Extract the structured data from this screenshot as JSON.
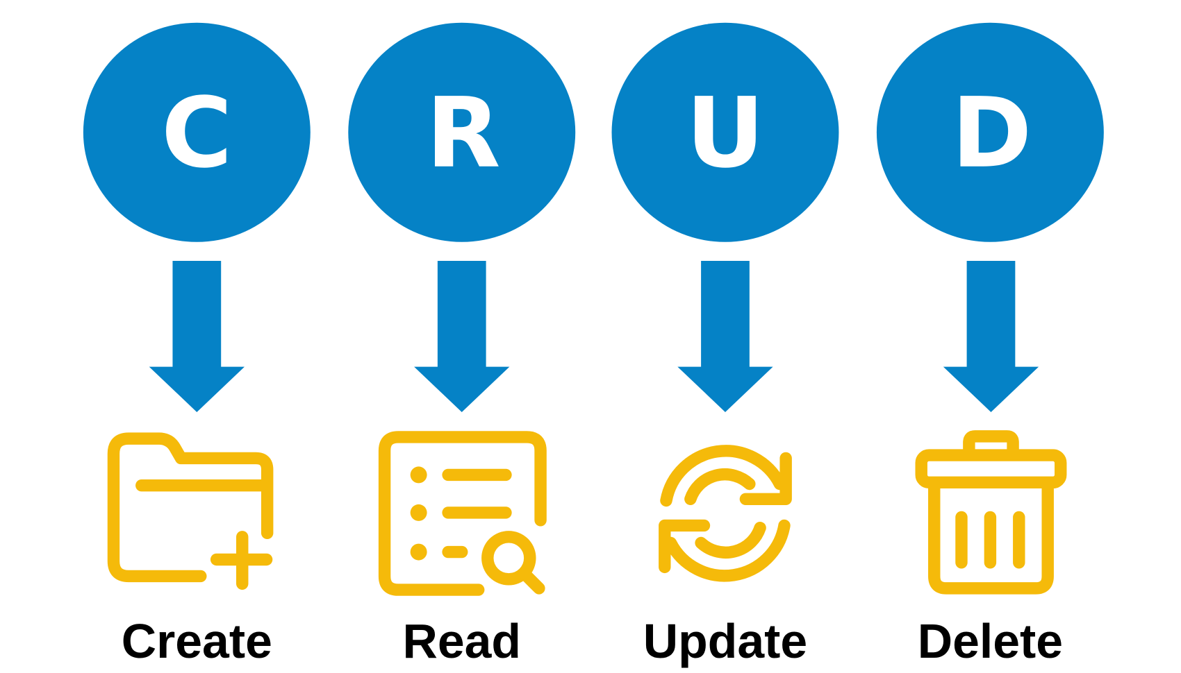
{
  "colors": {
    "circle": "#0582C6",
    "arrow": "#0582C6",
    "icon": "#F5BA0A",
    "label": "#000000"
  },
  "items": [
    {
      "letter": "C",
      "label": "Create",
      "icon": "folder-plus-icon"
    },
    {
      "letter": "R",
      "label": "Read",
      "icon": "document-search-icon"
    },
    {
      "letter": "U",
      "label": "Update",
      "icon": "refresh-icon"
    },
    {
      "letter": "D",
      "label": "Delete",
      "icon": "trash-icon"
    }
  ]
}
